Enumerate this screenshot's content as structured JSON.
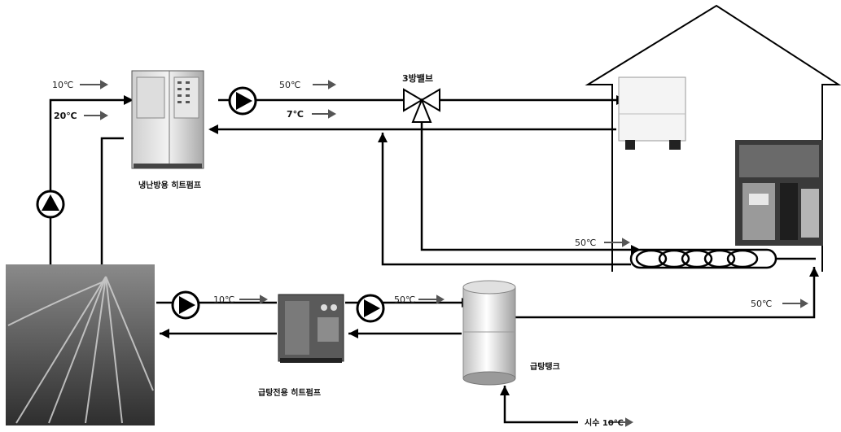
{
  "temps": {
    "in_10": "10℃",
    "in_20": "20℃",
    "supply_50": "50℃",
    "supply_7": "7℃",
    "floor_50": "50℃",
    "dhw_out_50": "50℃",
    "hp2_in_10": "10℃",
    "hp2_out_50": "50℃"
  },
  "labels": {
    "valve": "3방밸브",
    "hp_main": "냉난방용 히트펌프",
    "hp_dhw": "급탕전용 히트펌프",
    "tank": "급탕탱크",
    "city_water": "시수 10℃"
  },
  "colors": {
    "line": "#000000",
    "arrow": "#888888"
  }
}
